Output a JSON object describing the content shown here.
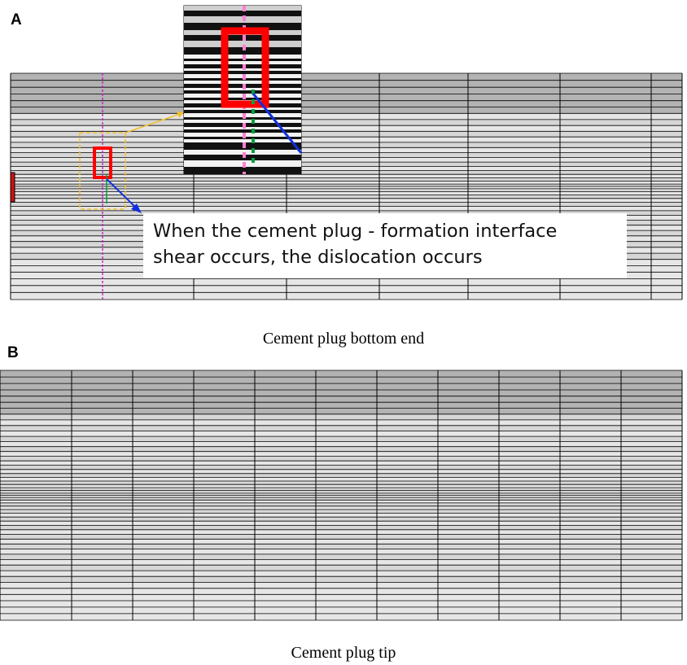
{
  "panel_a": {
    "label": "A",
    "callout_line1": "When the cement plug - formation interface",
    "callout_line2": "shear occurs, the dislocation occurs",
    "caption": "Cement plug bottom end"
  },
  "panel_b": {
    "label": "B",
    "caption": "Cement plug tip"
  },
  "colors": {
    "band_dark": "#b3b3b3",
    "band_mid": "#d6d6d6",
    "band_light": "#e6e6e6",
    "grid_line": "#000000",
    "highlight_red": "#ff0000",
    "axis_magenta": "#cc00cc",
    "marker_pink": "#ff7fd4",
    "marker_green": "#00a040",
    "arrow_blue": "#1030e0",
    "zoom_yellow": "#f0c030"
  }
}
